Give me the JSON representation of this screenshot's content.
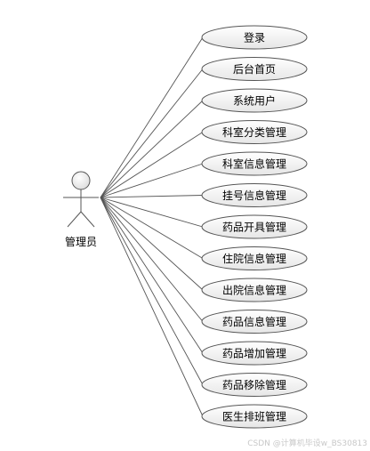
{
  "actor": {
    "label": "管理员"
  },
  "use_cases": [
    "登录",
    "后台首页",
    "系统用户",
    "科室分类管理",
    "科室信息管理",
    "挂号信息管理",
    "药品开具管理",
    "住院信息管理",
    "出院信息管理",
    "药品信息管理",
    "药品增加管理",
    "药品移除管理",
    "医生排班管理"
  ],
  "watermark": "CSDN @计算机毕设w_BS30813",
  "colors": {
    "background": "#ffffff",
    "stroke": "#555555",
    "ellipse_fill_top": "#ffffff",
    "ellipse_fill_bottom": "#e6e6e6",
    "actor_fill": "#f4f4f4",
    "text": "#000000"
  }
}
